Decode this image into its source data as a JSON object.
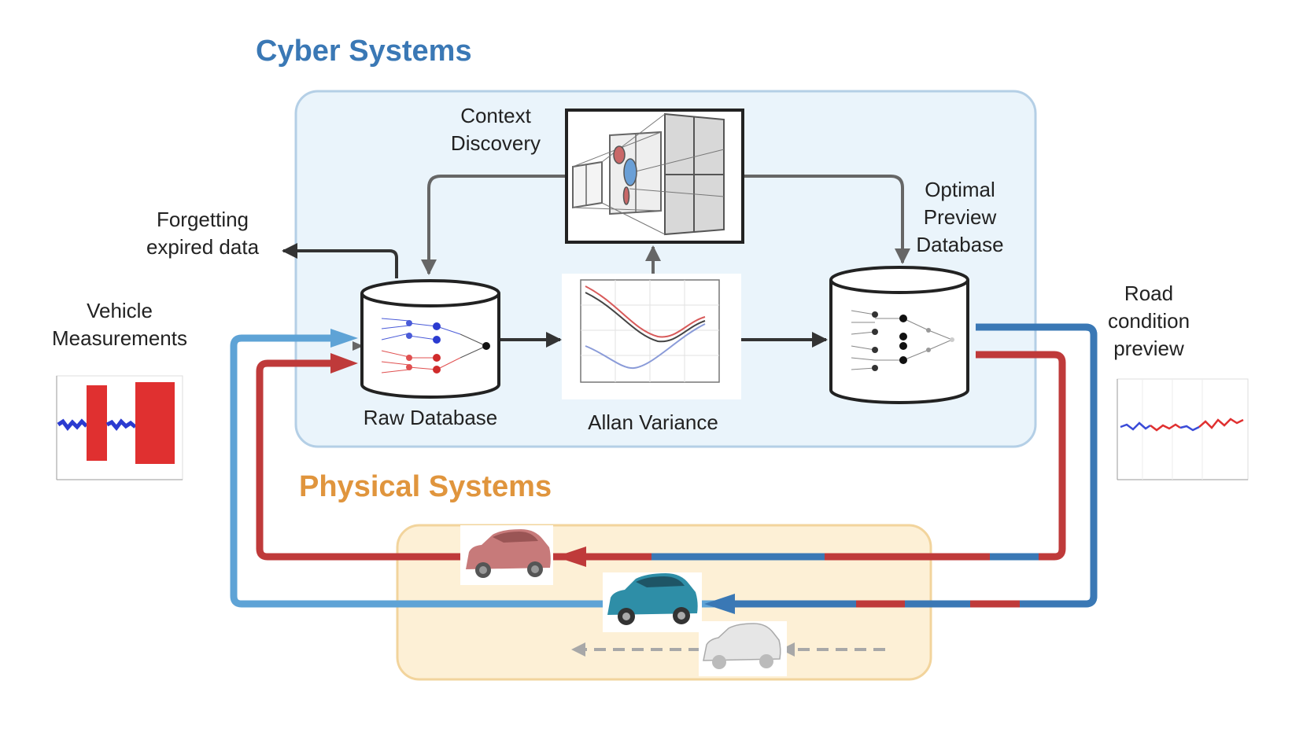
{
  "titles": {
    "cyber": "Cyber Systems",
    "physical": "Physical Systems"
  },
  "labels": {
    "context_discovery": "Context\nDiscovery",
    "forgetting": "Forgetting\nexpired data",
    "optimal_preview": "Optimal\nPreview\nDatabase",
    "vehicle_measurements": "Vehicle\nMeasurements",
    "road_condition": "Road\ncondition\npreview",
    "raw_database": "Raw Database",
    "allan_variance": "Allan Variance"
  },
  "colors": {
    "cyber_fill": "#eaf4fb",
    "cyber_border": "#b4cfe6",
    "physical_fill": "#fdf0d6",
    "physical_border": "#f2d49c",
    "red_path": "#bf3a3a",
    "blue_path": "#3a78b5",
    "light_blue_path": "#5ea3d6",
    "gray_path": "#a8a8a8",
    "cyber_title": "#3a78b5",
    "physical_title": "#e0953d"
  },
  "icons": [
    "database-cylinder",
    "car-icon",
    "neural-network-icon",
    "arrow-icon"
  ]
}
